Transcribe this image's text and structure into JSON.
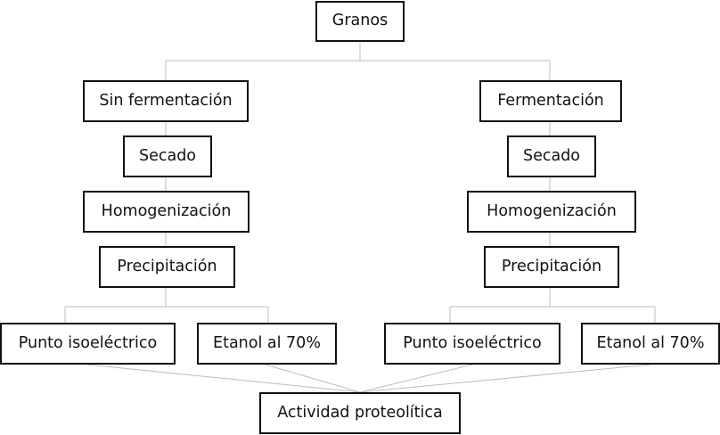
{
  "diagram": {
    "root": "Granos",
    "branches": {
      "left": {
        "label": "Sin fermentación",
        "steps": [
          "Secado",
          "Homogenización",
          "Precipitación"
        ],
        "methods": [
          "Punto isoeléctrico",
          "Etanol al 70%"
        ]
      },
      "right": {
        "label": "Fermentación",
        "steps": [
          "Secado",
          "Homogenización",
          "Precipitación"
        ],
        "methods": [
          "Punto isoeléctrico",
          "Etanol al 70%"
        ]
      }
    },
    "final": "Actividad proteolítica"
  },
  "colors": {
    "box_border": "#111111",
    "connector": "#bdbdbd",
    "text": "#111111"
  }
}
